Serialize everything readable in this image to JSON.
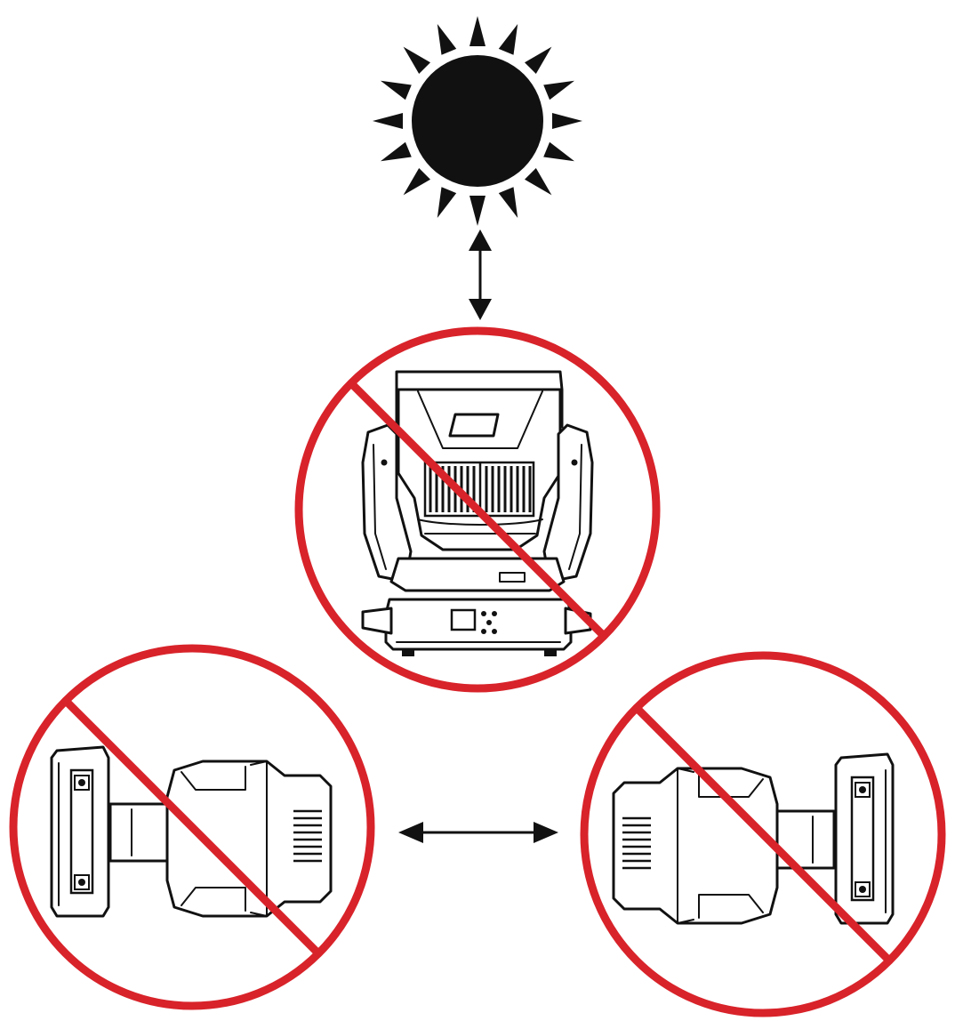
{
  "diagram": {
    "type": "installation-warning",
    "icons": {
      "sun": "sun-icon",
      "prohibited": "prohibition-icon",
      "fixture_front": "moving-head-front-icon",
      "fixture_side_left": "moving-head-side-left-icon",
      "fixture_side_right": "moving-head-side-right-icon",
      "vertical_arrow": "double-arrow-vertical-icon",
      "horizontal_arrow": "double-arrow-horizontal-icon"
    },
    "colors": {
      "prohibition_red": "#d8232a",
      "ink": "#111111",
      "background": "#ffffff"
    },
    "panels": [
      {
        "id": "top",
        "depicts": "moving-head-front-icon",
        "prohibited": true
      },
      {
        "id": "left",
        "depicts": "moving-head-side-left-icon",
        "prohibited": true
      },
      {
        "id": "right",
        "depicts": "moving-head-side-right-icon",
        "prohibited": true
      }
    ]
  }
}
